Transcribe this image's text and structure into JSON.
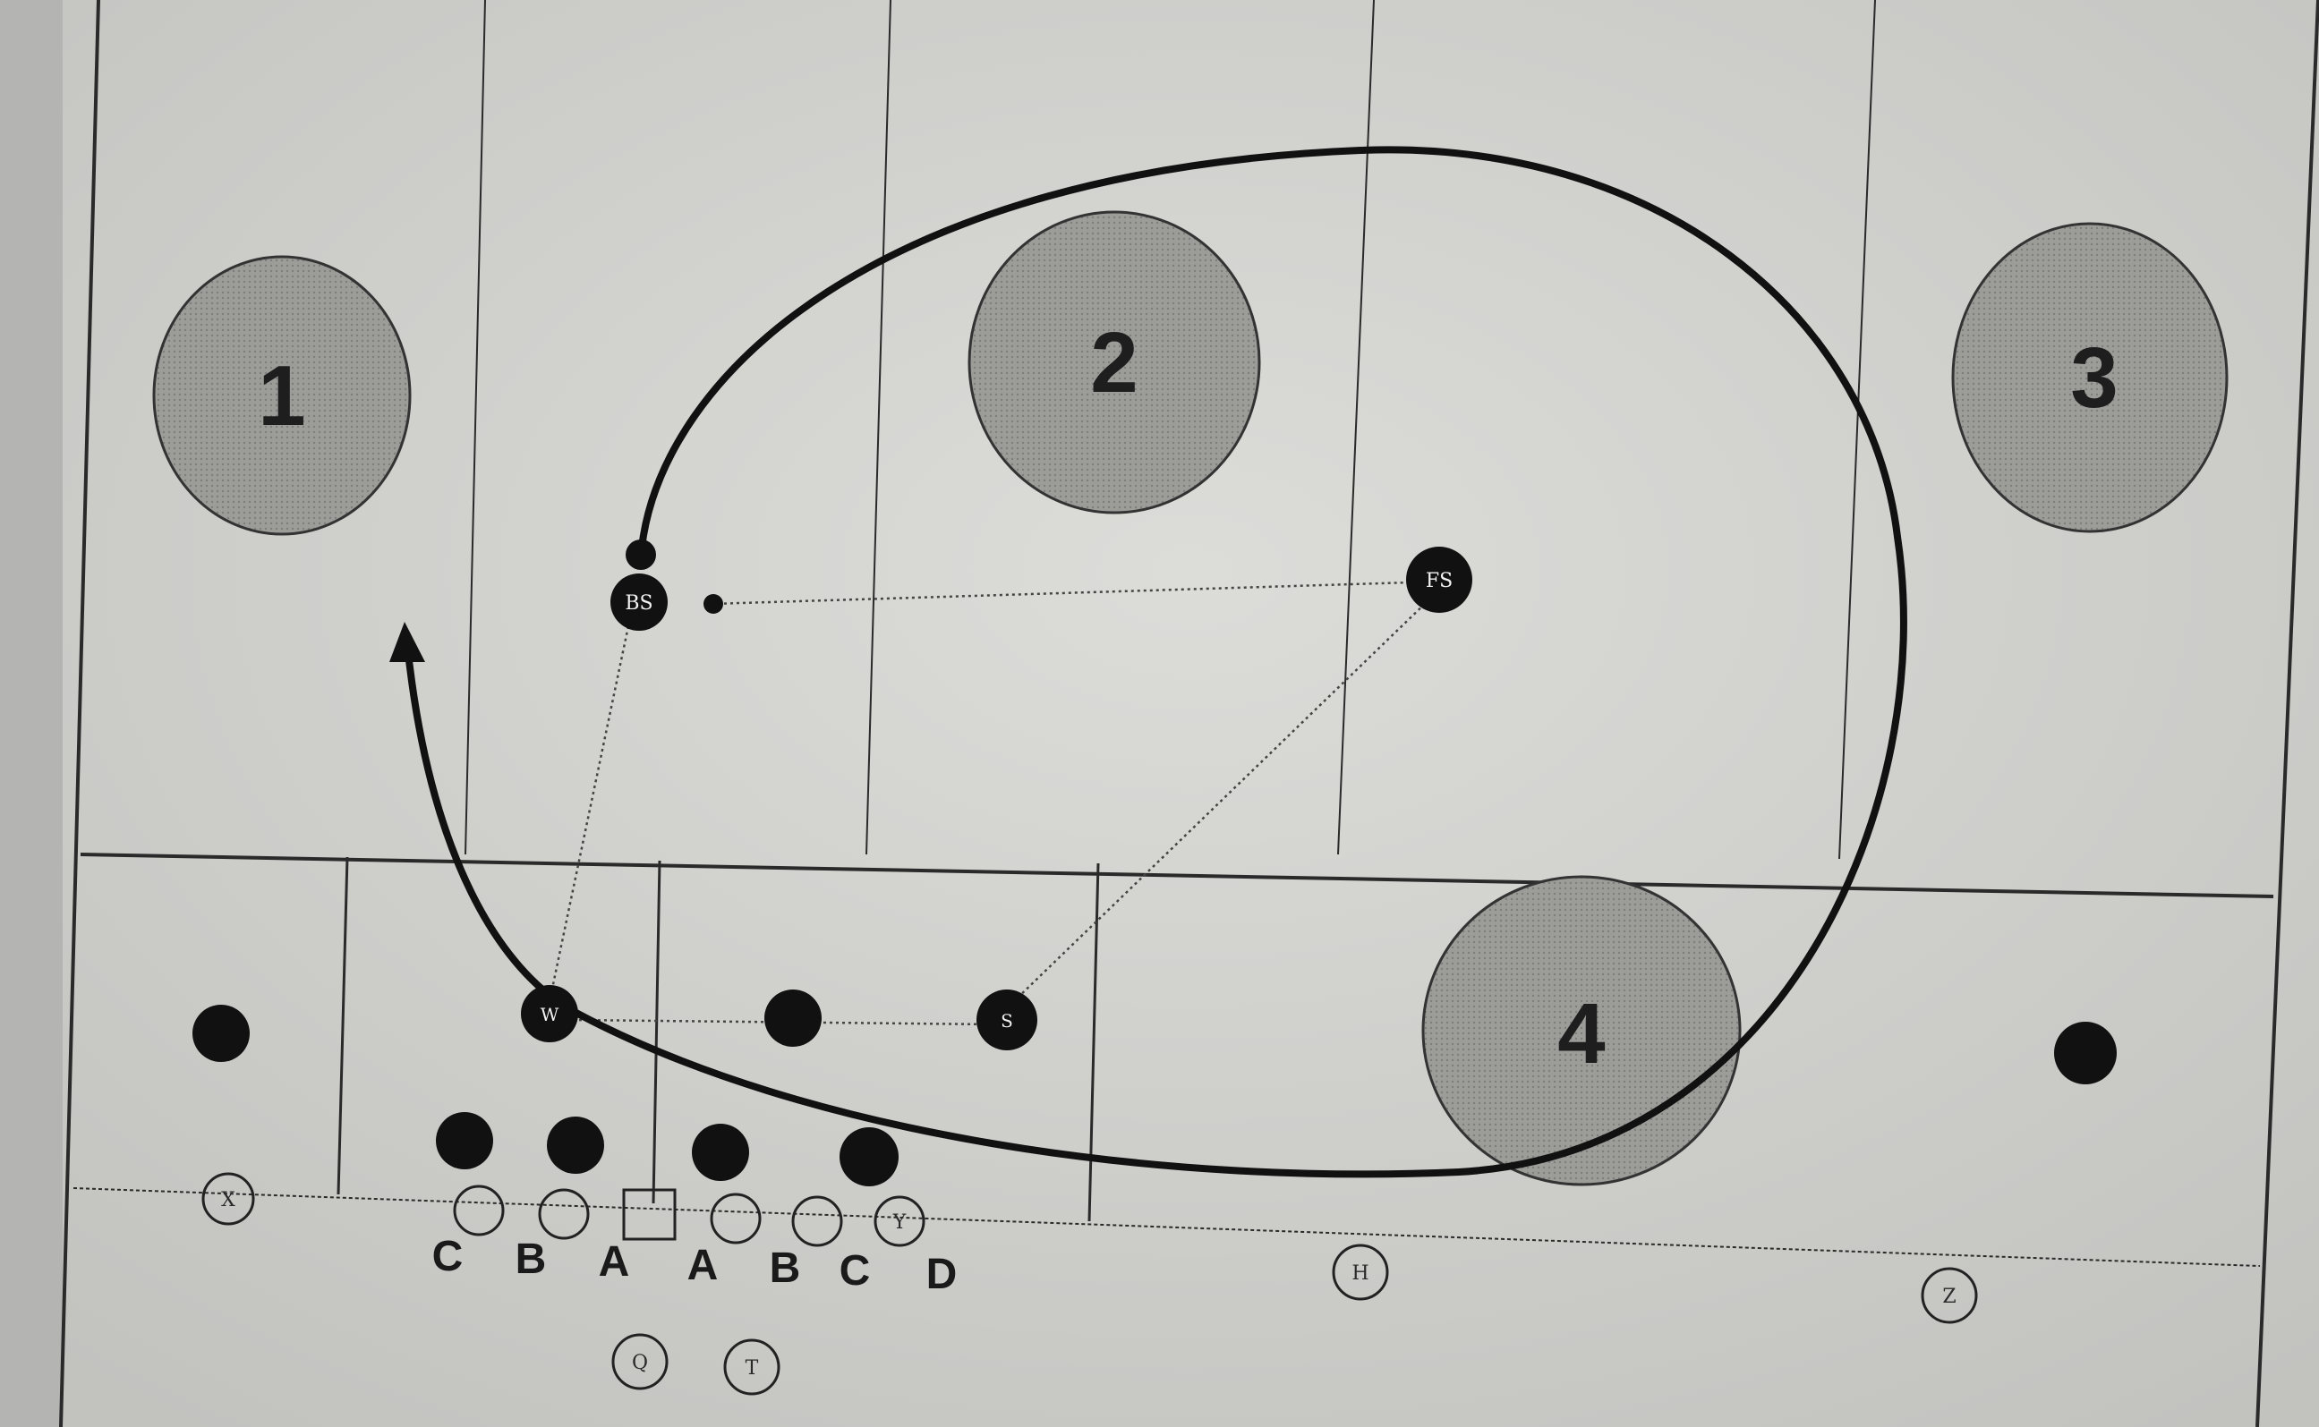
{
  "zones": [
    {
      "label": "1"
    },
    {
      "label": "2"
    },
    {
      "label": "3"
    },
    {
      "label": "4"
    }
  ],
  "defenders": {
    "bs": "BS",
    "fs": "FS",
    "w": "W",
    "s": "S"
  },
  "offense": {
    "x": "X",
    "y": "Y",
    "h": "H",
    "z": "Z",
    "q": "Q",
    "t": "T"
  },
  "gap_labels": [
    "C",
    "B",
    "A",
    "A",
    "B",
    "C",
    "D"
  ],
  "colors": {
    "paper": "#d6d6d3",
    "zone_fill": "#9b9b98",
    "ink": "#111111",
    "line": "#555555"
  }
}
